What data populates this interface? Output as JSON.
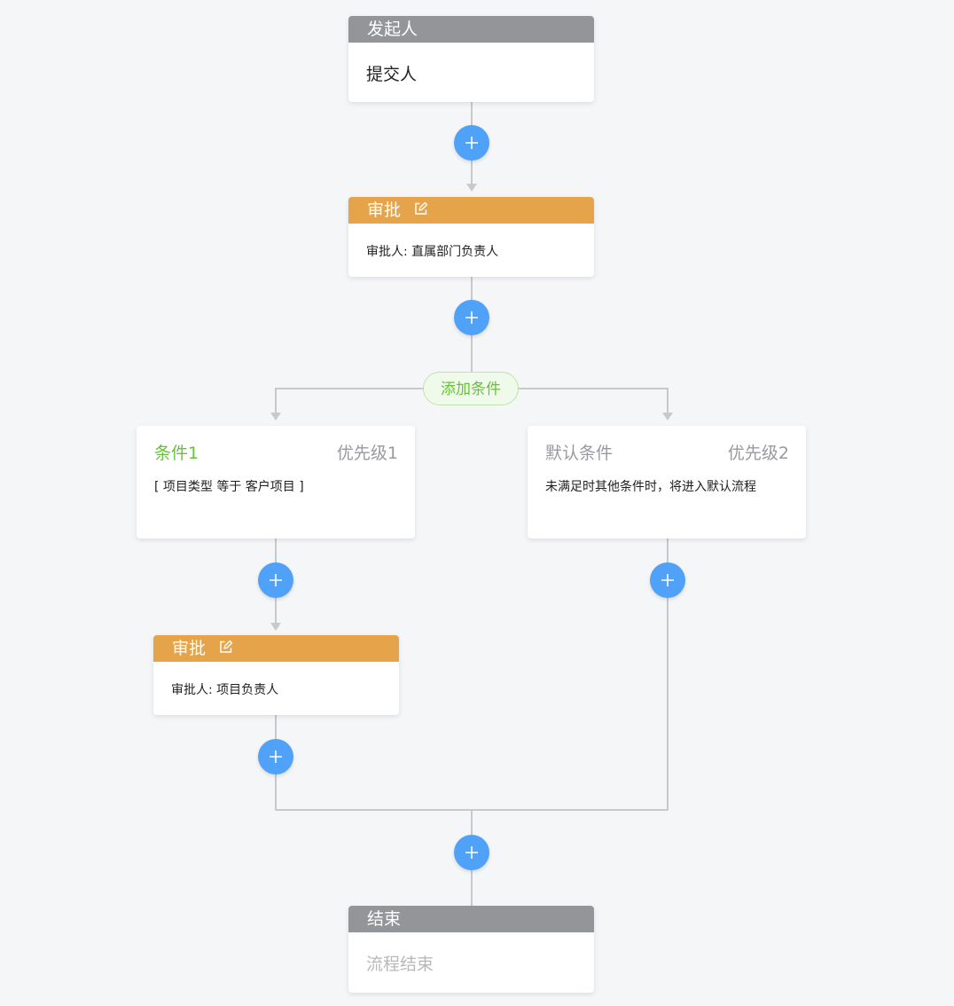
{
  "start_node": {
    "title": "发起人",
    "content": "提交人"
  },
  "approval_1": {
    "title": "审批",
    "content": "审批人: 直属部门负责人"
  },
  "add_condition_label": "添加条件",
  "condition_1": {
    "title": "条件1",
    "priority": "优先级1",
    "description": "[ 项目类型 等于 客户项目 ]"
  },
  "condition_default": {
    "title": "默认条件",
    "priority": "优先级2",
    "description": "未满足时其他条件时，将进入默认流程"
  },
  "approval_2": {
    "title": "审批",
    "content": "审批人: 项目负责人"
  },
  "end_node": {
    "title": "结束",
    "content": "流程结束"
  },
  "colors": {
    "add_button": "#4fa2f7",
    "approver_header": "#e5a34a",
    "start_end_header": "#939599",
    "condition_green": "#67c23a",
    "connector": "#c8c9cc"
  }
}
